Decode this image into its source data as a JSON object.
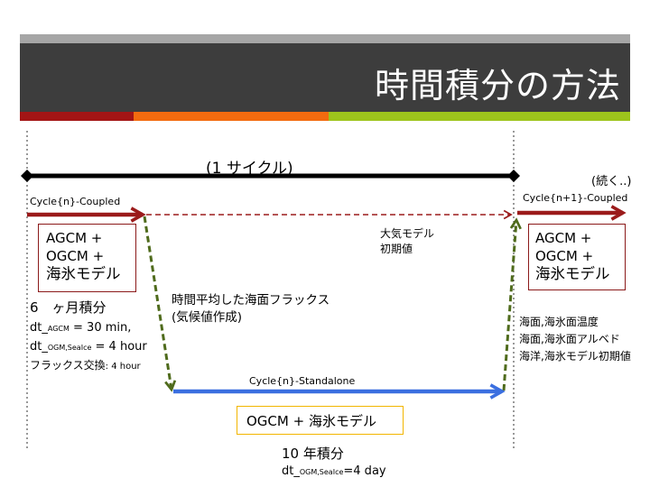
{
  "slide": {
    "title": "時間積分の方法",
    "colors": {
      "title_bar": "#3d3d3d",
      "top_strip": "#a6a6a6",
      "accent_red": "#a31515",
      "accent_orange": "#f26b0f",
      "accent_green": "#9dc41c",
      "coupled_arrow": "#9b1b1b",
      "flux_arrow": "#4f6b1c",
      "standalone_arrow": "#3b6fe0",
      "standalone_box_border": "#f2b500"
    }
  },
  "cycle": {
    "label": "(1 サイクル)",
    "continued": "(続く..)"
  },
  "coupled_left": {
    "label": "Cycle{n}-Coupled",
    "models": [
      "AGCM +",
      "OGCM +",
      "海氷モデル"
    ]
  },
  "coupled_right": {
    "label": "Cycle{n+1}-Coupled",
    "models": [
      "AGCM +",
      "OGCM +",
      "海氷モデル"
    ]
  },
  "atmos_init": [
    "大気モデル",
    "初期値"
  ],
  "flux_note": [
    "時間平均した海面フラックス",
    "(気候値作成)"
  ],
  "coupled_settings": {
    "integration": "6　ヶ月積分",
    "dt_agcm_prefix": "dt_",
    "dt_agcm_sub": "AGCM",
    "dt_agcm_value": " = 30 min,",
    "dt_ogm_prefix": "dt_",
    "dt_ogm_sub": "OGM,SeaIce",
    "dt_ogm_value": " = 4 hour",
    "flux_exchange": "フラックス交換",
    "flux_exchange_value": ": 4 hour"
  },
  "return_vars": [
    "海面,海氷面温度",
    "海面,海氷面アルベド",
    "海洋,海氷モデル初期値"
  ],
  "standalone": {
    "label": "Cycle{n}-Standalone",
    "model": "OGCM + 海氷モデル",
    "integration": "10 年積分",
    "dt_prefix": "dt_",
    "dt_sub": "OGM,SeaIce",
    "dt_value": "=4 day"
  }
}
